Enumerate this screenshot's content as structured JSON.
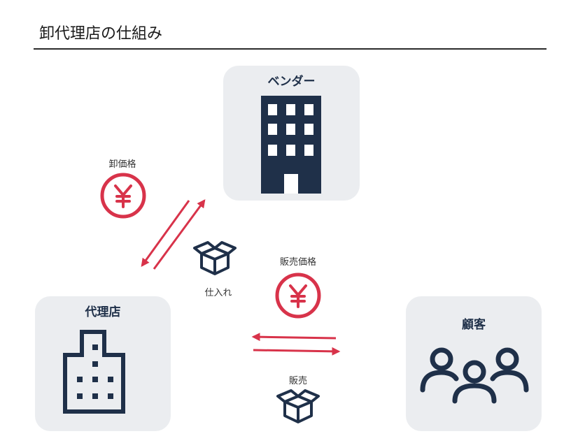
{
  "title": "卸代理店の仕組み",
  "vendor": {
    "label": "ベンダー"
  },
  "agency": {
    "label": "代理店"
  },
  "customer": {
    "label": "顧客"
  },
  "wholesale_price": {
    "label": "卸価格",
    "symbol": "¥"
  },
  "sale_price": {
    "label": "販売価格",
    "symbol": "¥"
  },
  "purchase": {
    "label": "仕入れ"
  },
  "sale": {
    "label": "販売"
  },
  "colors": {
    "accent": "#d8334a",
    "navy": "#1f3049",
    "card": "#ebedf0"
  }
}
